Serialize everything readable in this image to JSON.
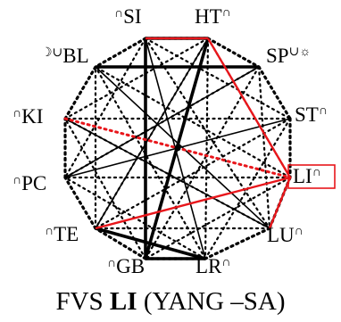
{
  "nodes": [
    {
      "id": "SI",
      "pre": "∩",
      "name": "SI",
      "post": ""
    },
    {
      "id": "HT",
      "pre": "",
      "name": "HT",
      "post": "∩"
    },
    {
      "id": "SP",
      "pre": "",
      "name": "SP",
      "post": "∪☼"
    },
    {
      "id": "ST",
      "pre": "",
      "name": "ST",
      "post": "∩"
    },
    {
      "id": "LI",
      "pre": "",
      "name": "LI",
      "post": "∩"
    },
    {
      "id": "LU",
      "pre": "",
      "name": "LU",
      "post": "∩"
    },
    {
      "id": "LR",
      "pre": "",
      "name": "LR",
      "post": "∩"
    },
    {
      "id": "GB",
      "pre": "∩",
      "name": "GB",
      "post": ""
    },
    {
      "id": "TE",
      "pre": "∩",
      "name": "TE",
      "post": ""
    },
    {
      "id": "PC",
      "pre": "∩",
      "name": "PC",
      "post": ""
    },
    {
      "id": "KI",
      "pre": "∩",
      "name": "KI",
      "post": ""
    },
    {
      "id": "BL",
      "pre": "☽∪",
      "name": "BL",
      "post": ""
    }
  ],
  "highlighted_node": "LI",
  "colors": {
    "line": "#000000",
    "accent": "#e8161b"
  },
  "caption": {
    "prefix": "FVS",
    "bold": "LI",
    "suffix": "(YANG –SA)"
  }
}
